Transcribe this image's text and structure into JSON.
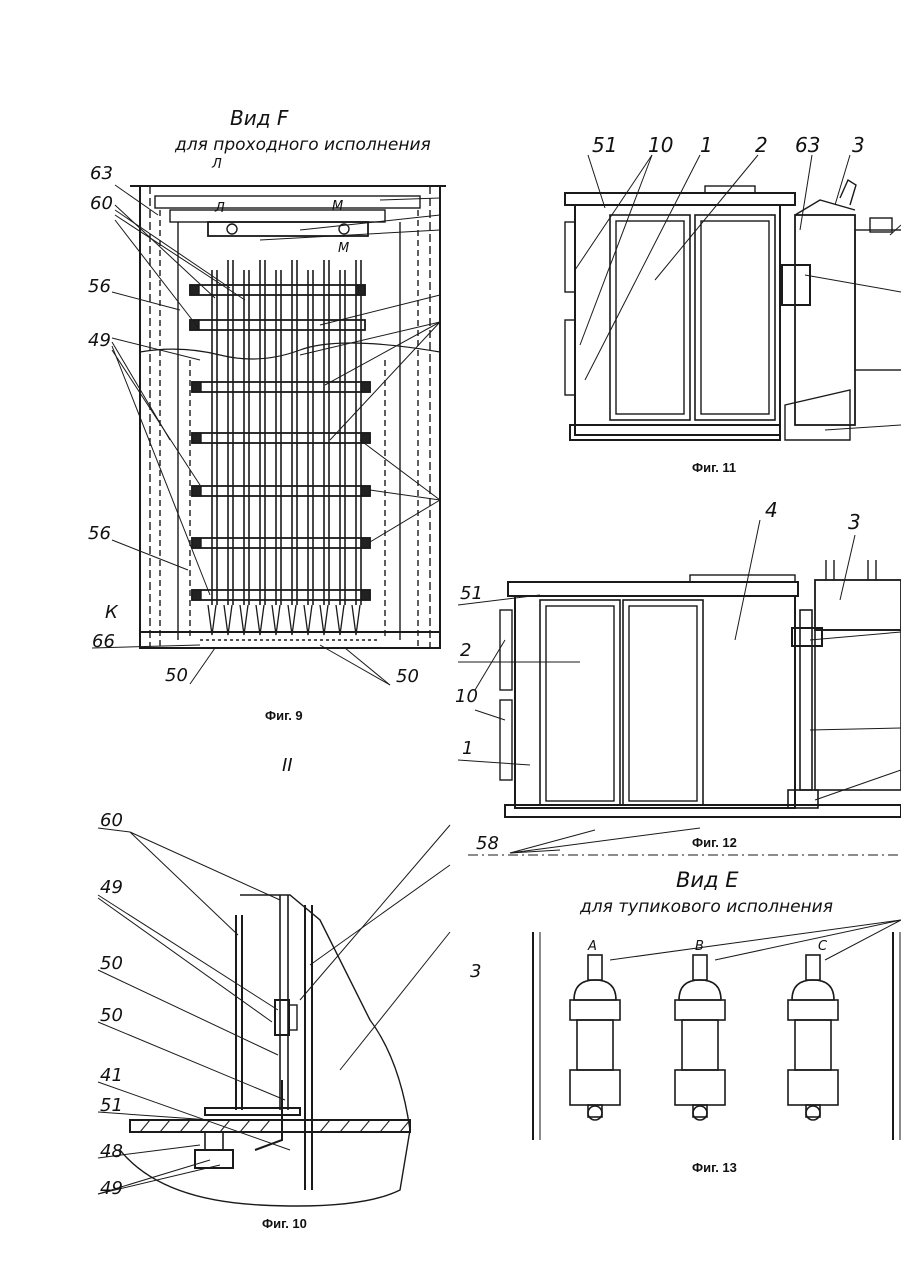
{
  "figures": {
    "fig9": {
      "caption": "Фиг. 9",
      "title_line1": "Вид F",
      "title_line2": "для проходного исполнения",
      "section_marks": [
        "Л",
        "Л",
        "М",
        "М"
      ],
      "labels": [
        "63",
        "60",
        "56",
        "49",
        "56",
        "К",
        "66",
        "50",
        "50"
      ]
    },
    "fig10": {
      "caption": "Фиг. 10",
      "roman": "II",
      "labels": [
        "60",
        "49",
        "50",
        "50",
        "41",
        "51",
        "48",
        "49"
      ]
    },
    "fig11": {
      "caption": "Фиг. 11",
      "labels": [
        "51",
        "10",
        "1",
        "2",
        "63",
        "3"
      ]
    },
    "fig12": {
      "caption": "Фиг. 12",
      "labels": [
        "4",
        "3",
        "51",
        "2",
        "10",
        "1"
      ]
    },
    "fig13": {
      "caption": "Фиг. 13",
      "title_line1": "Вид Е",
      "title_line2": "для тупикового исполнения",
      "phase_labels": [
        "А",
        "В",
        "С"
      ],
      "labels": [
        "3",
        "58"
      ]
    }
  }
}
